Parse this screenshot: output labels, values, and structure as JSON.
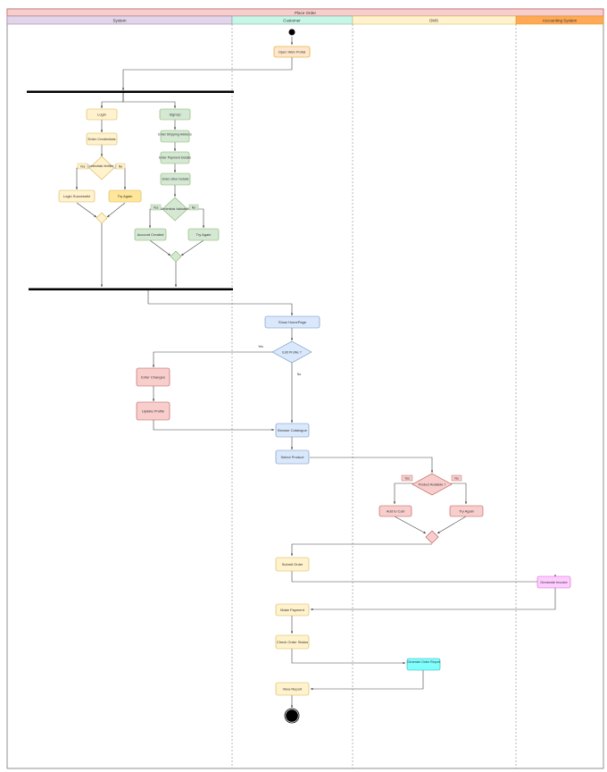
{
  "title": "Place Order",
  "lanes": {
    "system": "System",
    "customer": "Customer",
    "oms": "OMS",
    "accounting": "Accounting System"
  },
  "nodes": {
    "open_web_portal": "Open Web Portal",
    "login": "Login",
    "signup": "SignUp",
    "enter_credentials": "Enter Credentials",
    "credentials_verified": "Credentials Verified ?",
    "login_successful": "Login Successful",
    "try_again_login": "Try Again",
    "enter_shipping_address": "Enter Shipping Address",
    "enter_payment_details": "Enter Payment Details",
    "enter_other_details": "Enter other Details",
    "credentials_validated": "Credentials Validated?",
    "account_created": "Account Created",
    "try_again_signup": "Try Again",
    "show_homepage": "Show HomePage",
    "edit_profile": "Edit Profile ?",
    "enter_changes": "Enter Changes",
    "update_profile": "Update Profile",
    "browse_catalogue": "Browse Catalogue",
    "select_product": "Select Product",
    "product_available": "Product Available ?",
    "add_to_cart": "Add to Cart",
    "try_again_product": "Try Again",
    "submit_order": "Submit Order",
    "generate_invoice": "Generate Invoice",
    "make_payment": "Make Payment",
    "check_order_status": "Check Order Status",
    "generate_order_report": "Generate Order Report",
    "view_report": "View Report"
  },
  "edge_labels": {
    "yes": "Yes",
    "no": "No"
  },
  "colors": {
    "title_fill": "#f8cecc",
    "system_header": "#e1d5e7",
    "customer_header": "#c8f5e6",
    "oms_header": "#fff2cc",
    "accounting_header": "#ffa857",
    "yellow_fill": "#fff2cc",
    "yellow_stroke": "#d6b656",
    "gold_fill": "#ffe699",
    "green_fill": "#d5e8d4",
    "green_stroke": "#82b366",
    "blue_fill": "#dae8fc",
    "blue_stroke": "#6c8ebf",
    "red_fill": "#f8cecc",
    "red_stroke": "#b85450",
    "orange_fill": "#ffe6cc",
    "orange_stroke": "#d79b00",
    "cyan_fill": "#80ffff",
    "pink_fill": "#ffccff"
  }
}
